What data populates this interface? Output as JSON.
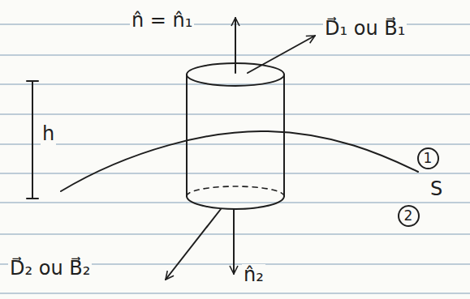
{
  "diagram": {
    "nodes": [
      {
        "text": [
          "1"
        ]
      },
      {
        "text": [
          "2"
        ]
      }
    ],
    "labels": [
      "n̂ = n̂₁",
      "D⃗₁ ou B⃗₁",
      "h",
      "S",
      "D⃗₂ ou B⃗₂",
      "n̂₂"
    ]
  }
}
